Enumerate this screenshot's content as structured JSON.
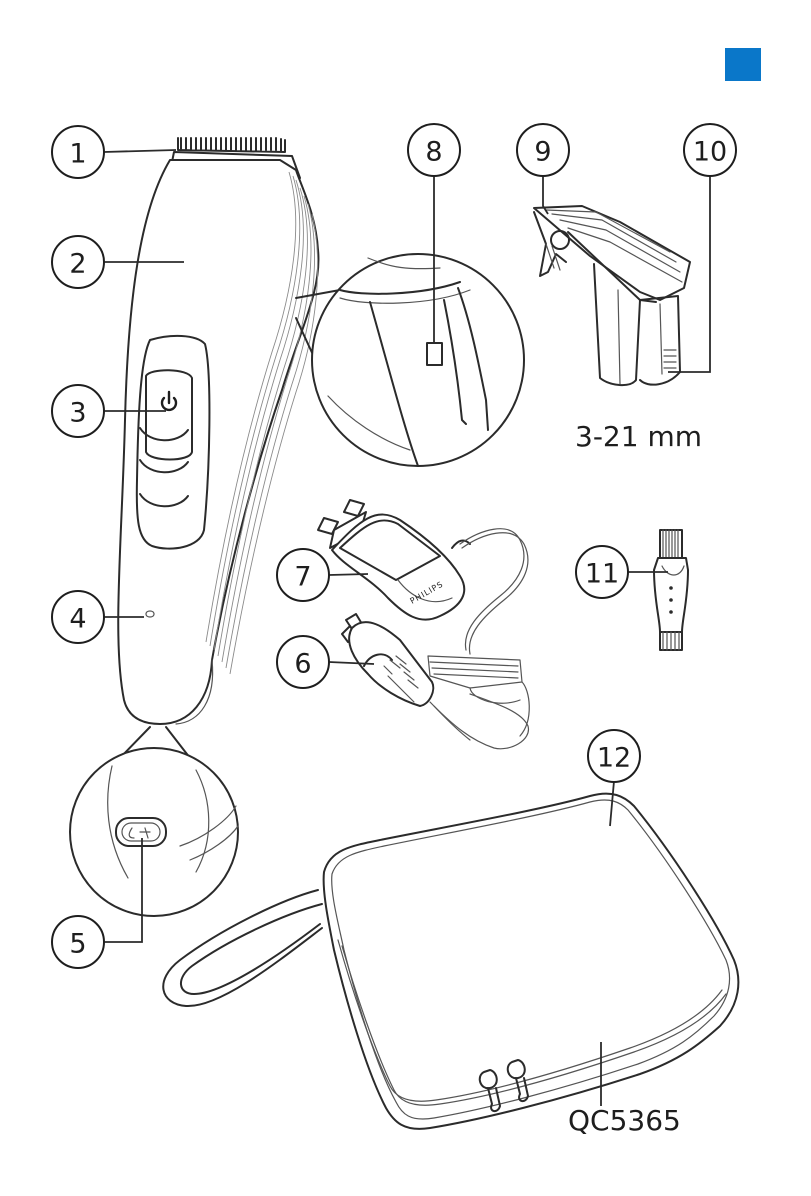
{
  "page": {
    "corner_marker_color": "#0a77c9"
  },
  "callouts": [
    {
      "id": "1",
      "label": "1"
    },
    {
      "id": "2",
      "label": "2"
    },
    {
      "id": "3",
      "label": "3"
    },
    {
      "id": "4",
      "label": "4"
    },
    {
      "id": "5",
      "label": "5"
    },
    {
      "id": "6",
      "label": "6"
    },
    {
      "id": "7",
      "label": "7"
    },
    {
      "id": "8",
      "label": "8"
    },
    {
      "id": "9",
      "label": "9"
    },
    {
      "id": "10",
      "label": "10"
    },
    {
      "id": "11",
      "label": "11"
    },
    {
      "id": "12",
      "label": "12"
    }
  ],
  "comb_range_label": "3-21 mm",
  "model_label": "QC5365",
  "adapter_brand_label": "PHILIPS",
  "icons": {
    "power": "power-icon"
  }
}
